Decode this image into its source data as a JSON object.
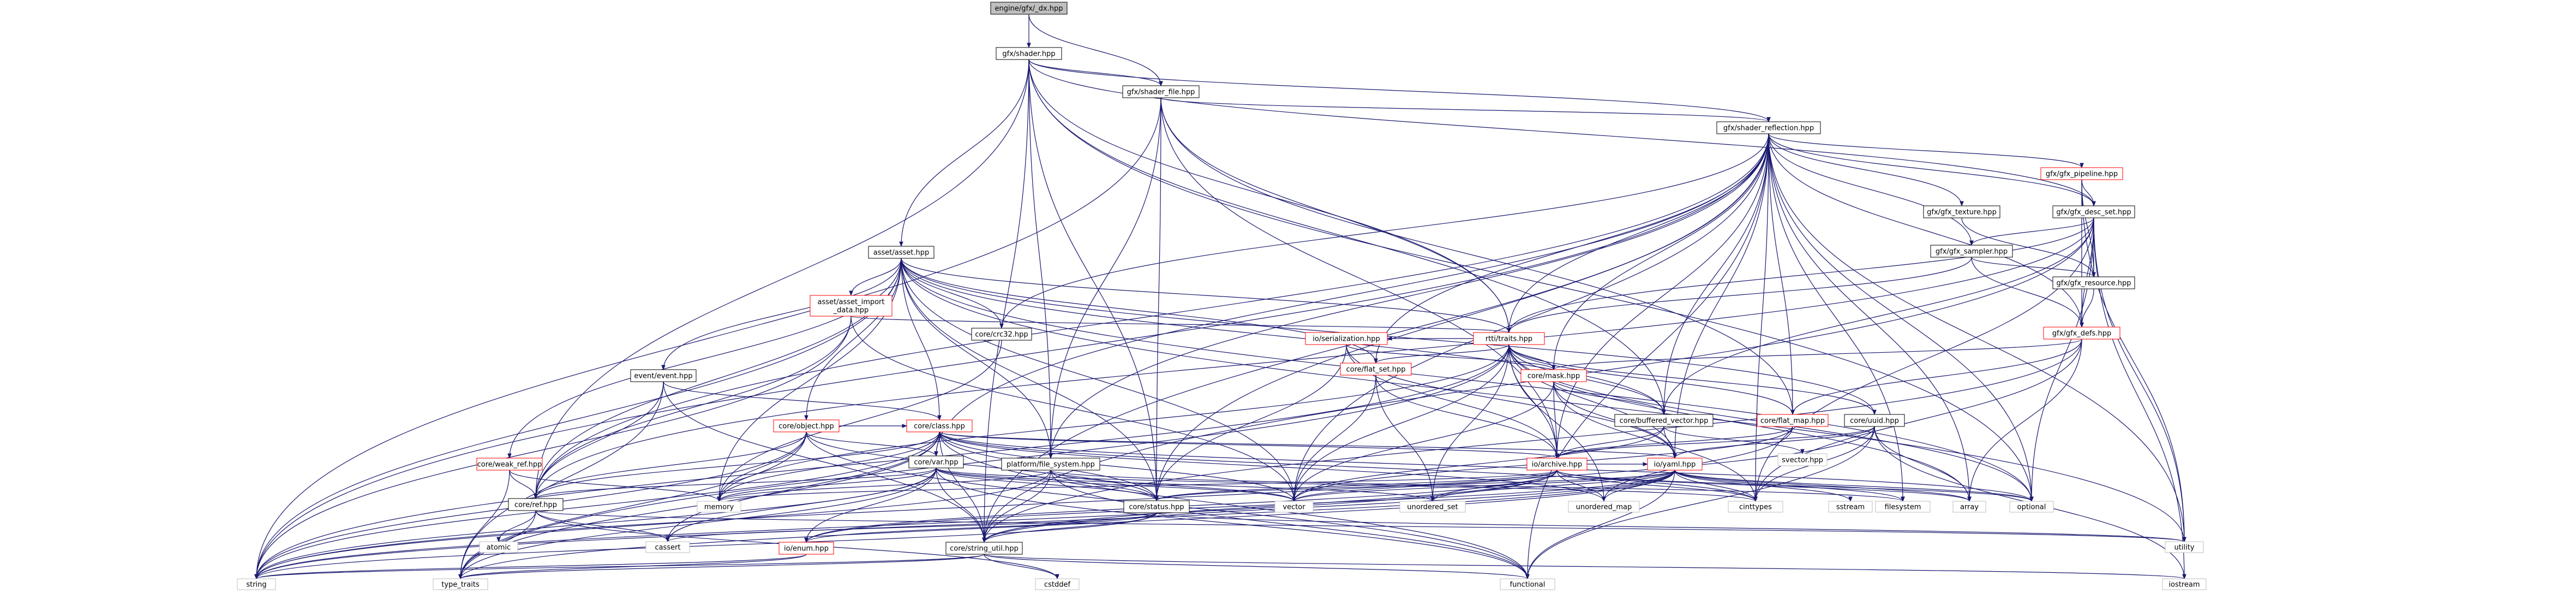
{
  "title": "engine/gfx/_dx.hpp",
  "colors": {
    "root_fill": "#bfbfbf",
    "node_fill": "#ffffff",
    "node_border": "#000000",
    "linked_border": "#ff0000",
    "std_border": "#bfbfbf",
    "edge": "#191970"
  },
  "nodes": [
    {
      "id": "root",
      "label": "engine/gfx/_dx.hpp",
      "kind": "root"
    },
    {
      "id": "shader",
      "label": "gfx/shader.hpp",
      "kind": "normal"
    },
    {
      "id": "shader_file",
      "label": "gfx/shader_file.hpp",
      "kind": "normal"
    },
    {
      "id": "shader_reflection",
      "label": "gfx/shader_reflection.hpp",
      "kind": "normal"
    },
    {
      "id": "gfx_pipeline",
      "label": "gfx/gfx_pipeline.hpp",
      "kind": "linked"
    },
    {
      "id": "gfx_texture",
      "label": "gfx/gfx_texture.hpp",
      "kind": "normal"
    },
    {
      "id": "gfx_desc_set",
      "label": "gfx/gfx_desc_set.hpp",
      "kind": "normal"
    },
    {
      "id": "gfx_sampler",
      "label": "gfx/gfx_sampler.hpp",
      "kind": "normal"
    },
    {
      "id": "gfx_resource",
      "label": "gfx/gfx_resource.hpp",
      "kind": "normal"
    },
    {
      "id": "gfx_defs",
      "label": "gfx/gfx_defs.hpp",
      "kind": "linked"
    },
    {
      "id": "asset",
      "label": "asset/asset.hpp",
      "kind": "normal"
    },
    {
      "id": "asset_import_data",
      "label": "asset/asset_import\n_data.hpp",
      "kind": "linked"
    },
    {
      "id": "crc32",
      "label": "core/crc32.hpp",
      "kind": "normal"
    },
    {
      "id": "serialization",
      "label": "io/serialization.hpp",
      "kind": "linked"
    },
    {
      "id": "rtti_traits",
      "label": "rtti/traits.hpp",
      "kind": "linked"
    },
    {
      "id": "event",
      "label": "event/event.hpp",
      "kind": "normal"
    },
    {
      "id": "flat_set",
      "label": "core/flat_set.hpp",
      "kind": "linked"
    },
    {
      "id": "mask",
      "label": "core/mask.hpp",
      "kind": "linked"
    },
    {
      "id": "uuid",
      "label": "core/uuid.hpp",
      "kind": "normal"
    },
    {
      "id": "buffered_vector",
      "label": "core/buffered_vector.hpp",
      "kind": "normal"
    },
    {
      "id": "flat_map",
      "label": "core/flat_map.hpp",
      "kind": "linked"
    },
    {
      "id": "object",
      "label": "core/object.hpp",
      "kind": "linked"
    },
    {
      "id": "class",
      "label": "core/class.hpp",
      "kind": "linked"
    },
    {
      "id": "var",
      "label": "core/var.hpp",
      "kind": "normal"
    },
    {
      "id": "weak_ref",
      "label": "core/weak_ref.hpp",
      "kind": "linked"
    },
    {
      "id": "file_system",
      "label": "platform/file_system.hpp",
      "kind": "normal"
    },
    {
      "id": "svector",
      "label": "svector.hpp",
      "kind": "std"
    },
    {
      "id": "archive",
      "label": "io/archive.hpp",
      "kind": "linked"
    },
    {
      "id": "yaml",
      "label": "io/yaml.hpp",
      "kind": "linked"
    },
    {
      "id": "ref",
      "label": "core/ref.hpp",
      "kind": "normal"
    },
    {
      "id": "status",
      "label": "core/status.hpp",
      "kind": "normal"
    },
    {
      "id": "string_util",
      "label": "core/string_util.hpp",
      "kind": "normal"
    },
    {
      "id": "enum",
      "label": "io/enum.hpp",
      "kind": "linked"
    },
    {
      "id": "atomic",
      "label": "atomic",
      "kind": "std"
    },
    {
      "id": "cassert",
      "label": "cassert",
      "kind": "std"
    },
    {
      "id": "memory",
      "label": "memory",
      "kind": "std"
    },
    {
      "id": "vector",
      "label": "vector",
      "kind": "std"
    },
    {
      "id": "unordered_set",
      "label": "unordered_set",
      "kind": "std"
    },
    {
      "id": "unordered_map",
      "label": "unordered_map",
      "kind": "std"
    },
    {
      "id": "cinttypes",
      "label": "cinttypes",
      "kind": "std"
    },
    {
      "id": "sstream",
      "label": "sstream",
      "kind": "std"
    },
    {
      "id": "filesystem",
      "label": "filesystem",
      "kind": "std"
    },
    {
      "id": "array",
      "label": "array",
      "kind": "std"
    },
    {
      "id": "optional",
      "label": "optional",
      "kind": "std"
    },
    {
      "id": "utility",
      "label": "utility",
      "kind": "std"
    },
    {
      "id": "string",
      "label": "string",
      "kind": "std"
    },
    {
      "id": "type_traits",
      "label": "type_traits",
      "kind": "std"
    },
    {
      "id": "cstddef",
      "label": "cstddef",
      "kind": "std"
    },
    {
      "id": "functional",
      "label": "functional",
      "kind": "std"
    },
    {
      "id": "iostream",
      "label": "iostream",
      "kind": "std"
    }
  ],
  "edges": [
    [
      "root",
      "shader"
    ],
    [
      "root",
      "shader_file"
    ],
    [
      "shader",
      "shader_file"
    ],
    [
      "shader",
      "shader_reflection"
    ],
    [
      "shader",
      "asset"
    ],
    [
      "shader",
      "rtti_traits"
    ],
    [
      "shader",
      "buffered_vector"
    ],
    [
      "shader",
      "ref"
    ],
    [
      "shader",
      "status"
    ],
    [
      "shader",
      "string_util"
    ],
    [
      "shader",
      "file_system"
    ],
    [
      "shader",
      "optional"
    ],
    [
      "shader",
      "gfx_desc_set"
    ],
    [
      "shader_file",
      "shader_reflection"
    ],
    [
      "shader_file",
      "file_system"
    ],
    [
      "shader_file",
      "rtti_traits"
    ],
    [
      "shader_file",
      "status"
    ],
    [
      "shader_file",
      "flat_map"
    ],
    [
      "shader_file",
      "string"
    ],
    [
      "shader_file",
      "archive"
    ],
    [
      "shader_reflection",
      "gfx_pipeline"
    ],
    [
      "shader_reflection",
      "gfx_texture"
    ],
    [
      "shader_reflection",
      "gfx_desc_set"
    ],
    [
      "shader_reflection",
      "gfx_sampler"
    ],
    [
      "shader_reflection",
      "gfx_defs"
    ],
    [
      "shader_reflection",
      "rtti_traits"
    ],
    [
      "shader_reflection",
      "buffered_vector"
    ],
    [
      "shader_reflection",
      "flat_map"
    ],
    [
      "shader_reflection",
      "flat_set"
    ],
    [
      "shader_reflection",
      "mask"
    ],
    [
      "shader_reflection",
      "ref"
    ],
    [
      "shader_reflection",
      "status"
    ],
    [
      "shader_reflection",
      "string_util"
    ],
    [
      "shader_reflection",
      "crc32"
    ],
    [
      "shader_reflection",
      "archive"
    ],
    [
      "shader_reflection",
      "yaml"
    ],
    [
      "shader_reflection",
      "vector"
    ],
    [
      "shader_reflection",
      "cinttypes"
    ],
    [
      "shader_reflection",
      "filesystem"
    ],
    [
      "shader_reflection",
      "array"
    ],
    [
      "shader_reflection",
      "optional"
    ],
    [
      "shader_reflection",
      "utility"
    ],
    [
      "shader_reflection",
      "string"
    ],
    [
      "shader_reflection",
      "functional"
    ],
    [
      "shader_reflection",
      "file_system"
    ],
    [
      "shader_reflection",
      "var"
    ],
    [
      "gfx_pipeline",
      "gfx_desc_set"
    ],
    [
      "gfx_pipeline",
      "gfx_resource"
    ],
    [
      "gfx_pipeline",
      "gfx_defs"
    ],
    [
      "gfx_pipeline",
      "utility"
    ],
    [
      "gfx_texture",
      "gfx_resource"
    ],
    [
      "gfx_desc_set",
      "gfx_sampler"
    ],
    [
      "gfx_desc_set",
      "gfx_resource"
    ],
    [
      "gfx_desc_set",
      "gfx_defs"
    ],
    [
      "gfx_desc_set",
      "rtti_traits"
    ],
    [
      "gfx_desc_set",
      "buffered_vector"
    ],
    [
      "gfx_desc_set",
      "ref"
    ],
    [
      "gfx_desc_set",
      "string_util"
    ],
    [
      "gfx_desc_set",
      "cinttypes"
    ],
    [
      "gfx_desc_set",
      "utility"
    ],
    [
      "gfx_desc_set",
      "optional"
    ],
    [
      "gfx_desc_set",
      "iostream"
    ],
    [
      "gfx_sampler",
      "gfx_resource"
    ],
    [
      "gfx_sampler",
      "rtti_traits"
    ],
    [
      "gfx_sampler",
      "gfx_defs"
    ],
    [
      "gfx_resource",
      "gfx_defs"
    ],
    [
      "gfx_defs",
      "mask"
    ],
    [
      "gfx_defs",
      "flat_map"
    ],
    [
      "gfx_defs",
      "cinttypes"
    ],
    [
      "gfx_defs",
      "array"
    ],
    [
      "gfx_defs",
      "string_util"
    ],
    [
      "asset",
      "asset_import_data"
    ],
    [
      "asset",
      "crc32"
    ],
    [
      "asset",
      "rtti_traits"
    ],
    [
      "asset",
      "event"
    ],
    [
      "asset",
      "object"
    ],
    [
      "asset",
      "class"
    ],
    [
      "asset",
      "weak_ref"
    ],
    [
      "asset",
      "ref"
    ],
    [
      "asset",
      "status"
    ],
    [
      "asset",
      "flat_set"
    ],
    [
      "asset",
      "buffered_vector"
    ],
    [
      "asset",
      "uuid"
    ],
    [
      "asset",
      "vector"
    ],
    [
      "asset",
      "string"
    ],
    [
      "asset",
      "utility"
    ],
    [
      "asset",
      "optional"
    ],
    [
      "asset",
      "memory"
    ],
    [
      "asset",
      "file_system"
    ],
    [
      "asset_import_data",
      "rtti_traits"
    ],
    [
      "asset_import_data",
      "ref"
    ],
    [
      "asset_import_data",
      "vector"
    ],
    [
      "asset_import_data",
      "string"
    ],
    [
      "crc32",
      "memory"
    ],
    [
      "serialization",
      "archive"
    ],
    [
      "serialization",
      "yaml"
    ],
    [
      "serialization",
      "mask"
    ],
    [
      "serialization",
      "status"
    ],
    [
      "rtti_traits",
      "serialization"
    ],
    [
      "rtti_traits",
      "flat_set"
    ],
    [
      "rtti_traits",
      "mask"
    ],
    [
      "rtti_traits",
      "uuid"
    ],
    [
      "rtti_traits",
      "buffered_vector"
    ],
    [
      "rtti_traits",
      "flat_map"
    ],
    [
      "rtti_traits",
      "archive"
    ],
    [
      "rtti_traits",
      "yaml"
    ],
    [
      "rtti_traits",
      "string"
    ],
    [
      "rtti_traits",
      "type_traits"
    ],
    [
      "rtti_traits",
      "vector"
    ],
    [
      "rtti_traits",
      "optional"
    ],
    [
      "rtti_traits",
      "unordered_set"
    ],
    [
      "rtti_traits",
      "unordered_map"
    ],
    [
      "rtti_traits",
      "array"
    ],
    [
      "rtti_traits",
      "memory"
    ],
    [
      "event",
      "class"
    ],
    [
      "event",
      "ref"
    ],
    [
      "event",
      "string_util"
    ],
    [
      "event",
      "type_traits"
    ],
    [
      "flat_set",
      "vector"
    ],
    [
      "flat_set",
      "archive"
    ],
    [
      "flat_set",
      "unordered_set"
    ],
    [
      "mask",
      "buffered_vector"
    ],
    [
      "mask",
      "archive"
    ],
    [
      "mask",
      "yaml"
    ],
    [
      "mask",
      "vector"
    ],
    [
      "mask",
      "cinttypes"
    ],
    [
      "uuid",
      "archive"
    ],
    [
      "uuid",
      "yaml"
    ],
    [
      "uuid",
      "cinttypes"
    ],
    [
      "uuid",
      "array"
    ],
    [
      "uuid",
      "functional"
    ],
    [
      "uuid",
      "iostream"
    ],
    [
      "uuid",
      "string"
    ],
    [
      "buffered_vector",
      "svector"
    ],
    [
      "buffered_vector",
      "archive"
    ],
    [
      "buffered_vector",
      "yaml"
    ],
    [
      "buffered_vector",
      "vector"
    ],
    [
      "flat_map",
      "vector"
    ],
    [
      "flat_map",
      "archive"
    ],
    [
      "flat_map",
      "unordered_map"
    ],
    [
      "object",
      "class"
    ],
    [
      "object",
      "var"
    ],
    [
      "object",
      "ref"
    ],
    [
      "object",
      "status"
    ],
    [
      "object",
      "string"
    ],
    [
      "object",
      "memory"
    ],
    [
      "object",
      "type_traits"
    ],
    [
      "object",
      "functional"
    ],
    [
      "class",
      "var"
    ],
    [
      "class",
      "ref"
    ],
    [
      "class",
      "status"
    ],
    [
      "class",
      "string_util"
    ],
    [
      "class",
      "archive"
    ],
    [
      "class",
      "yaml"
    ],
    [
      "class",
      "vector"
    ],
    [
      "class",
      "unordered_map"
    ],
    [
      "class",
      "memory"
    ],
    [
      "class",
      "cinttypes"
    ],
    [
      "class",
      "string"
    ],
    [
      "class",
      "functional"
    ],
    [
      "class",
      "type_traits"
    ],
    [
      "class",
      "optional"
    ],
    [
      "class",
      "cassert"
    ],
    [
      "var",
      "ref"
    ],
    [
      "var",
      "status"
    ],
    [
      "var",
      "string_util"
    ],
    [
      "var",
      "memory"
    ],
    [
      "var",
      "vector"
    ],
    [
      "var",
      "type_traits"
    ],
    [
      "var",
      "string"
    ],
    [
      "var",
      "functional"
    ],
    [
      "var",
      "unordered_set"
    ],
    [
      "var",
      "cinttypes"
    ],
    [
      "var",
      "enum"
    ],
    [
      "var",
      "cassert"
    ],
    [
      "weak_ref",
      "ref"
    ],
    [
      "weak_ref",
      "type_traits"
    ],
    [
      "weak_ref",
      "memory"
    ],
    [
      "file_system",
      "status"
    ],
    [
      "file_system",
      "string_util"
    ],
    [
      "file_system",
      "vector"
    ],
    [
      "file_system",
      "filesystem"
    ],
    [
      "file_system",
      "functional"
    ],
    [
      "file_system",
      "string"
    ],
    [
      "file_system",
      "memory"
    ],
    [
      "archive",
      "yaml"
    ],
    [
      "archive",
      "status"
    ],
    [
      "archive",
      "enum"
    ],
    [
      "archive",
      "string"
    ],
    [
      "archive",
      "vector"
    ],
    [
      "archive",
      "unordered_map"
    ],
    [
      "archive",
      "unordered_set"
    ],
    [
      "archive",
      "cinttypes"
    ],
    [
      "archive",
      "array"
    ],
    [
      "archive",
      "optional"
    ],
    [
      "archive",
      "memory"
    ],
    [
      "archive",
      "string_util"
    ],
    [
      "yaml",
      "status"
    ],
    [
      "yaml",
      "string_util"
    ],
    [
      "yaml",
      "enum"
    ],
    [
      "yaml",
      "string"
    ],
    [
      "yaml",
      "vector"
    ],
    [
      "yaml",
      "unordered_map"
    ],
    [
      "yaml",
      "unordered_set"
    ],
    [
      "yaml",
      "cinttypes"
    ],
    [
      "yaml",
      "sstream"
    ],
    [
      "yaml",
      "filesystem"
    ],
    [
      "yaml",
      "array"
    ],
    [
      "yaml",
      "optional"
    ],
    [
      "yaml",
      "functional"
    ],
    [
      "yaml",
      "type_traits"
    ],
    [
      "ref",
      "atomic"
    ],
    [
      "ref",
      "cassert"
    ],
    [
      "ref",
      "type_traits"
    ],
    [
      "ref",
      "utility"
    ],
    [
      "ref",
      "cstddef"
    ],
    [
      "status",
      "string_util"
    ],
    [
      "status",
      "enum"
    ],
    [
      "status",
      "string"
    ],
    [
      "status",
      "utility"
    ],
    [
      "status",
      "cassert"
    ],
    [
      "string_util",
      "string"
    ],
    [
      "string_util",
      "cstddef"
    ],
    [
      "string_util",
      "functional"
    ],
    [
      "string_util",
      "type_traits"
    ],
    [
      "string_util",
      "iostream"
    ],
    [
      "enum",
      "string"
    ],
    [
      "enum",
      "type_traits"
    ]
  ]
}
